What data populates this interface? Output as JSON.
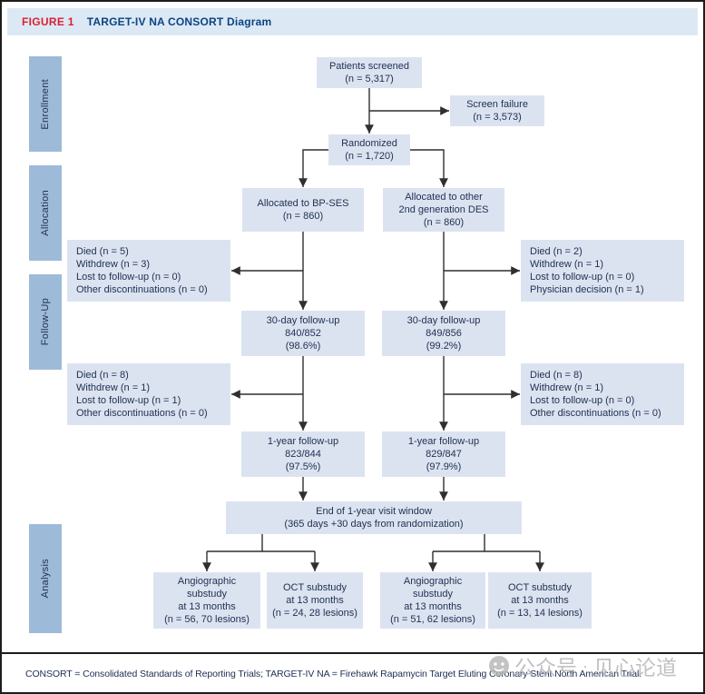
{
  "header": {
    "label": "FIGURE 1",
    "title": "TARGET-IV NA CONSORT Diagram"
  },
  "sidebar": {
    "items": [
      "Enrollment",
      "Allocation",
      "Follow-Up",
      "Analysis"
    ]
  },
  "boxes": {
    "patients_screened": {
      "lines": [
        "Patients screened",
        "(n = 5,317)"
      ]
    },
    "screen_failure": {
      "lines": [
        "Screen failure",
        "(n = 3,573)"
      ]
    },
    "randomized": {
      "lines": [
        "Randomized",
        "(n = 1,720)"
      ]
    },
    "allocated_bpses": {
      "lines": [
        "Allocated to BP-SES",
        "(n = 860)"
      ]
    },
    "allocated_des": {
      "lines": [
        "Allocated to other",
        "2nd generation DES",
        "(n = 860)"
      ]
    },
    "dropout_left_30d": {
      "lines": [
        "Died (n = 5)",
        "Withdrew (n = 3)",
        "Lost to follow-up (n = 0)",
        "Other discontinuations (n = 0)"
      ]
    },
    "dropout_right_30d": {
      "lines": [
        "Died (n = 2)",
        "Withdrew (n = 1)",
        "Lost to follow-up (n = 0)",
        "Physician decision (n = 1)"
      ]
    },
    "followup30_left": {
      "lines": [
        "30-day follow-up",
        "840/852",
        "(98.6%)"
      ]
    },
    "followup30_right": {
      "lines": [
        "30-day follow-up",
        "849/856",
        "(99.2%)"
      ]
    },
    "dropout_left_1y": {
      "lines": [
        "Died (n = 8)",
        "Withdrew (n = 1)",
        "Lost to follow-up (n = 1)",
        "Other discontinuations (n = 0)"
      ]
    },
    "dropout_right_1y": {
      "lines": [
        "Died (n = 8)",
        "Withdrew (n = 1)",
        "Lost to follow-up (n = 0)",
        "Other discontinuations (n = 0)"
      ]
    },
    "followup1y_left": {
      "lines": [
        "1-year follow-up",
        "823/844",
        "(97.5%)"
      ]
    },
    "followup1y_right": {
      "lines": [
        "1-year follow-up",
        "829/847",
        "(97.9%)"
      ]
    },
    "end_window": {
      "lines": [
        "End of 1-year visit window",
        "(365 days +30 days from randomization)"
      ]
    },
    "angio_left": {
      "lines": [
        "Angiographic",
        "substudy",
        "at 13 months",
        "(n = 56, 70 lesions)"
      ]
    },
    "oct_left": {
      "lines": [
        "OCT substudy",
        "at 13 months",
        "(n = 24, 28 lesions)"
      ]
    },
    "angio_right": {
      "lines": [
        "Angiographic",
        "substudy",
        "at 13 months",
        "(n = 51, 62 lesions)"
      ]
    },
    "oct_right": {
      "lines": [
        "OCT substudy",
        "at 13 months",
        "(n = 13, 14 lesions)"
      ]
    }
  },
  "footer": {
    "caption": "CONSORT = Consolidated Standards of Reporting Trials; TARGET-IV NA = Firehawk Rapamycin Target Eluting Coronary Stent North American Trial."
  },
  "watermark": {
    "icon": "wechat-icon",
    "prefix": "公众号",
    "separator": "·",
    "name": "见心论道"
  },
  "colors": {
    "header_bg": "#dce9f5",
    "figure_label_red": "#dc1f2e",
    "title_navy": "#0a4480",
    "box_bg": "#dce3f0",
    "box_text": "#203254",
    "sidebar_bg": "#9dbad9",
    "line": "#2f2f2f",
    "watermark_gray": "#b2b2b2"
  }
}
